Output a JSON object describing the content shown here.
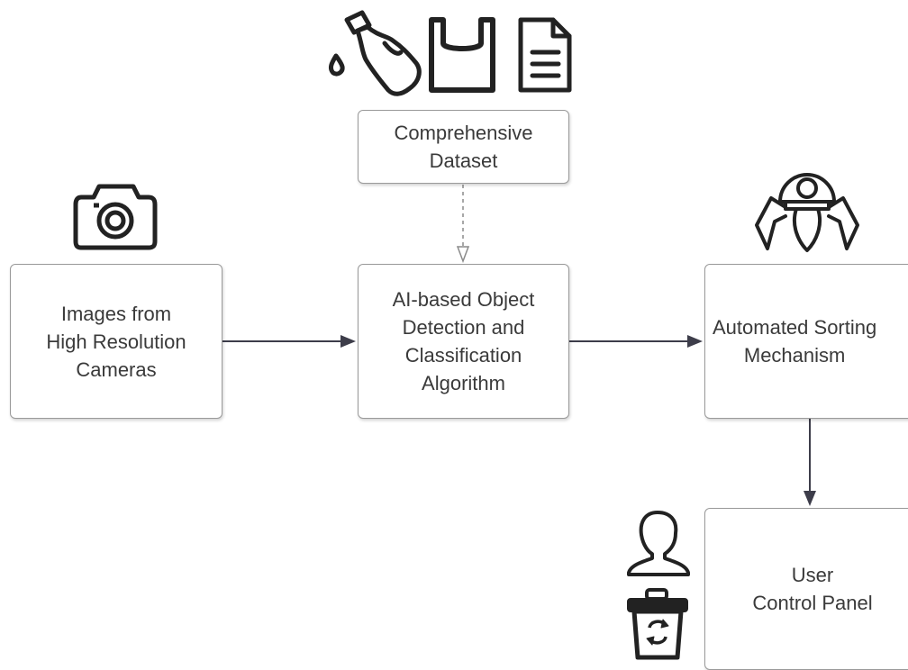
{
  "nodes": {
    "dataset": "Comprehensive\nDataset",
    "cameras": "Images from\nHigh Resolution\nCameras",
    "algorithm": "AI-based Object\nDetection and\nClassification\nAlgorithm",
    "sorting": "Automated Sorting\nMechanism",
    "panel": "User\nControl Panel"
  },
  "icons": [
    "bottle-icon",
    "bag-icon",
    "document-icon",
    "camera-icon",
    "robot-icon",
    "user-icon",
    "recycle-bin-icon"
  ],
  "colors": {
    "line": "#3d3d4a",
    "dashed": "#a8a8a8",
    "box_border": "#9a9a9a",
    "icon": "#222222"
  }
}
